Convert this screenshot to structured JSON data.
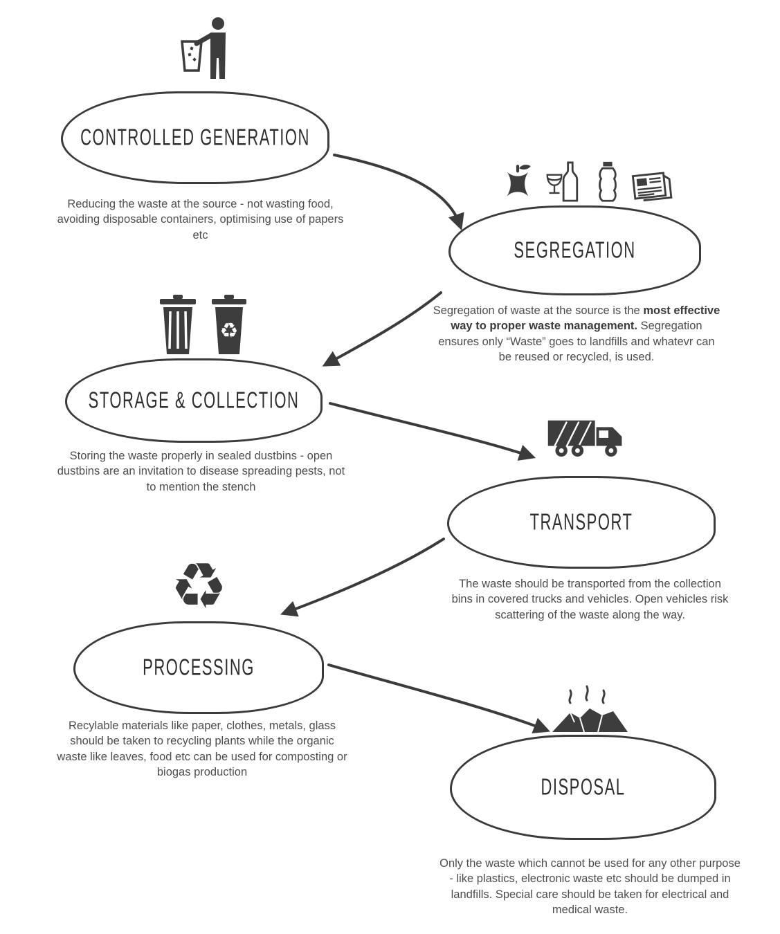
{
  "colors": {
    "ink": "#3b3b3b",
    "text": "#4d4d4d",
    "background": "#ffffff"
  },
  "icons": {
    "recycle_symbol": "♻"
  },
  "steps": [
    {
      "id": "controlled-generation",
      "title": "CONTROLLED GENERATION",
      "description": "Reducing the waste at the source - not wasting food, avoiding disposable containers, optimising use of papers etc",
      "icon": "person-discarding-waste-icon"
    },
    {
      "id": "segregation",
      "title": "SEGREGATION",
      "desc_pre": "Segregation of waste at the source is the ",
      "desc_bold": "most effective way to proper waste management.",
      "desc_post": " Segregation ensures only “Waste” goes to landfills and whatevr can be reused or recycled, is used.",
      "icon_names": [
        "apple-core-icon",
        "wine-bottle-and-glass-icon",
        "water-bottle-icon",
        "newspaper-icon"
      ]
    },
    {
      "id": "storage-and-collection",
      "title": "STORAGE & COLLECTION",
      "description": "Storing the waste properly in sealed dustbins - open dustbins are an invitation to disease spreading pests, not to mention the stench",
      "icon_names": [
        "dustbin-icon",
        "recycle-bin-icon"
      ]
    },
    {
      "id": "transport",
      "title": "TRANSPORT",
      "description": "The waste should be transported from the collection bins in covered trucks and vehicles. Open vehicles risk scattering of the waste along the way.",
      "icon": "garbage-truck-icon"
    },
    {
      "id": "processing",
      "title": "PROCESSING",
      "description": "Recylable materials like paper, clothes, metals, glass should be taken to recycling plants while the organic waste like leaves, food etc can be used for composting or biogas production",
      "icon": "recycling-symbol-icon"
    },
    {
      "id": "disposal",
      "title": "DISPOSAL",
      "description": "Only the waste which cannot be used for any other purpose - like plastics, electronic waste etc should be dumped in landfills. Special care should be taken for electrical and medical waste.",
      "icon": "landfill-icon"
    }
  ]
}
